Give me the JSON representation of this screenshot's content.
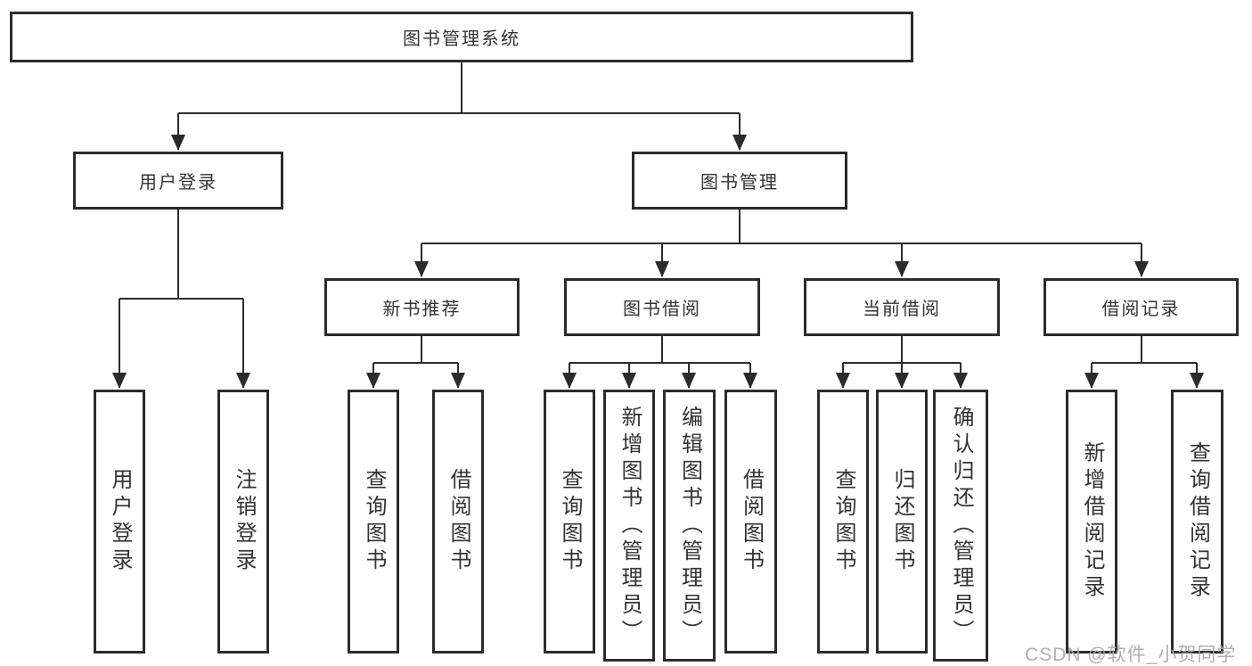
{
  "diagram_title": "图书管理系统",
  "watermark": "CSDN @软件_小贺同学",
  "colors": {
    "line": "#2b2b2b",
    "box_border": "#2b2b2b",
    "text": "#333333",
    "background": "#ffffff",
    "watermark": "#a8a8a8"
  },
  "nodes": {
    "root": "图书管理系统",
    "level2": {
      "userLogin": "用户登录",
      "bookManagement": "图书管理"
    },
    "level3": {
      "newBookRecommend": "新书推荐",
      "bookBorrow": "图书借阅",
      "currentBorrow": "当前借阅",
      "borrowRecord": "借阅记录"
    },
    "leaves": {
      "userLogin": [
        "用户登录",
        "注销登录"
      ],
      "newBookRecommend": [
        "查询图书",
        "借阅图书"
      ],
      "bookBorrow": [
        "查询图书",
        "新增图书（管理员）",
        "编辑图书（管理员）",
        "借阅图书"
      ],
      "currentBorrow": [
        "查询图书",
        "归还图书",
        "确认归还（管理员）"
      ],
      "borrowRecord": [
        "新增借阅记录",
        "查询借阅记录"
      ]
    }
  }
}
